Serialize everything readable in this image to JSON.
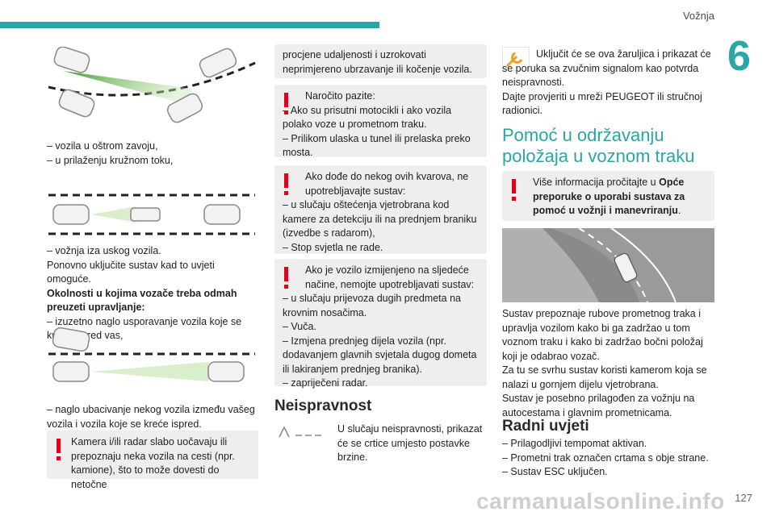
{
  "header": {
    "section": "Vožnja",
    "chapter": "6",
    "page": "127"
  },
  "watermark": "carmanualsonline.info",
  "col1": {
    "fig1_caption": [
      "– vozila u oštrom zavoju,",
      "– u prilaženju kružnom toku,"
    ],
    "fig2_caption": [
      "– vožnja iza uskog vozila.",
      "Ponovno uključite sustav kad to uvjeti omoguće."
    ],
    "bold_heading": "Okolnosti u kojima vozače treba odmah preuzeti upravljanje:",
    "after_heading": [
      "– izuzetno naglo usporavanje vozila koje se kreće ispred vas,"
    ],
    "fig3_caption": [
      "– naglo ubacivanje nekog vozila između vašeg vozila i vozila koje se kreće ispred."
    ],
    "warning": "Kamera i/ili radar slabo uočavaju ili prepoznaju neka vozila na cesti (npr. kamione), što to može dovesti do netočne"
  },
  "col2": {
    "box1": "procjene udaljenosti i uzrokovati neprimjereno ubrzavanje ili kočenje vozila.",
    "box2": {
      "title": "Naročito pazite:",
      "lines": [
        "– Ako su prisutni motocikli i ako vozila polako voze u prometnom traku.",
        "– Prilikom ulaska u tunel ili prelaska preko mosta."
      ]
    },
    "box3": {
      "title": "Ako dođe do nekog ovih kvarova, ne upotrebljavajte sustav:",
      "lines": [
        "– u slučaju oštećenja vjetrobrana kod kamere za detekciju ili na prednjem braniku (izvedbe s radarom),",
        "– Stop svjetla ne rade."
      ]
    },
    "box4": {
      "title": "Ako je vozilo izmijenjeno na sljedeće načine, nemojte upotrebljavati sustav:",
      "lines": [
        "– u slučaju prijevoza dugih predmeta na krovnim nosačima.",
        "– Vuča.",
        "– Izmjena prednjeg dijela vozila (npr. dodavanjem glavnih svjetala dugog dometa ili lakiranjem prednjeg branika).",
        "– zapriječeni radar."
      ]
    },
    "heading": "Neispravnost",
    "fault_text": "U slučaju neispravnosti, prikazat će se crtice umjesto postavke brzine."
  },
  "col3": {
    "wrench_text": "Uključit će se ova žaruljica i prikazat će se poruka sa zvučnim signalom kao potvrda neispravnosti.",
    "wrench_text2": "Dajte provjeriti u mreži PEUGEOT ili stručnoj radionici.",
    "heading": "Pomoć u održavanju položaja u voznom traku",
    "info_pre": "Više informacija pročitajte u ",
    "info_bold": "Opće preporuke o uporabi sustava za pomoć u vožnji i manevriranju",
    "info_post": ".",
    "body": [
      "Sustav prepoznaje rubove prometnog traka i upravlja vozilom kako bi ga zadržao u tom voznom traku i kako bi zadržao bočni položaj koji je odabrao vozač.",
      "Za tu se svrhu sustav koristi kamerom koja se nalazi u gornjem dijelu vjetrobrana.",
      "Sustav je posebno prilagođen za vožnju na autocestama i glavnim prometnicama."
    ],
    "subheading": "Radni uvjeti",
    "conditions": [
      "– Prilagodljivi tempomat aktivan.",
      "– Prometni trak označen crtama s obje strane.",
      "– Sustav ESC uključen."
    ]
  },
  "colors": {
    "accent": "#2aa6a6",
    "warning": "#e2001a",
    "box": "#eeeeee"
  }
}
